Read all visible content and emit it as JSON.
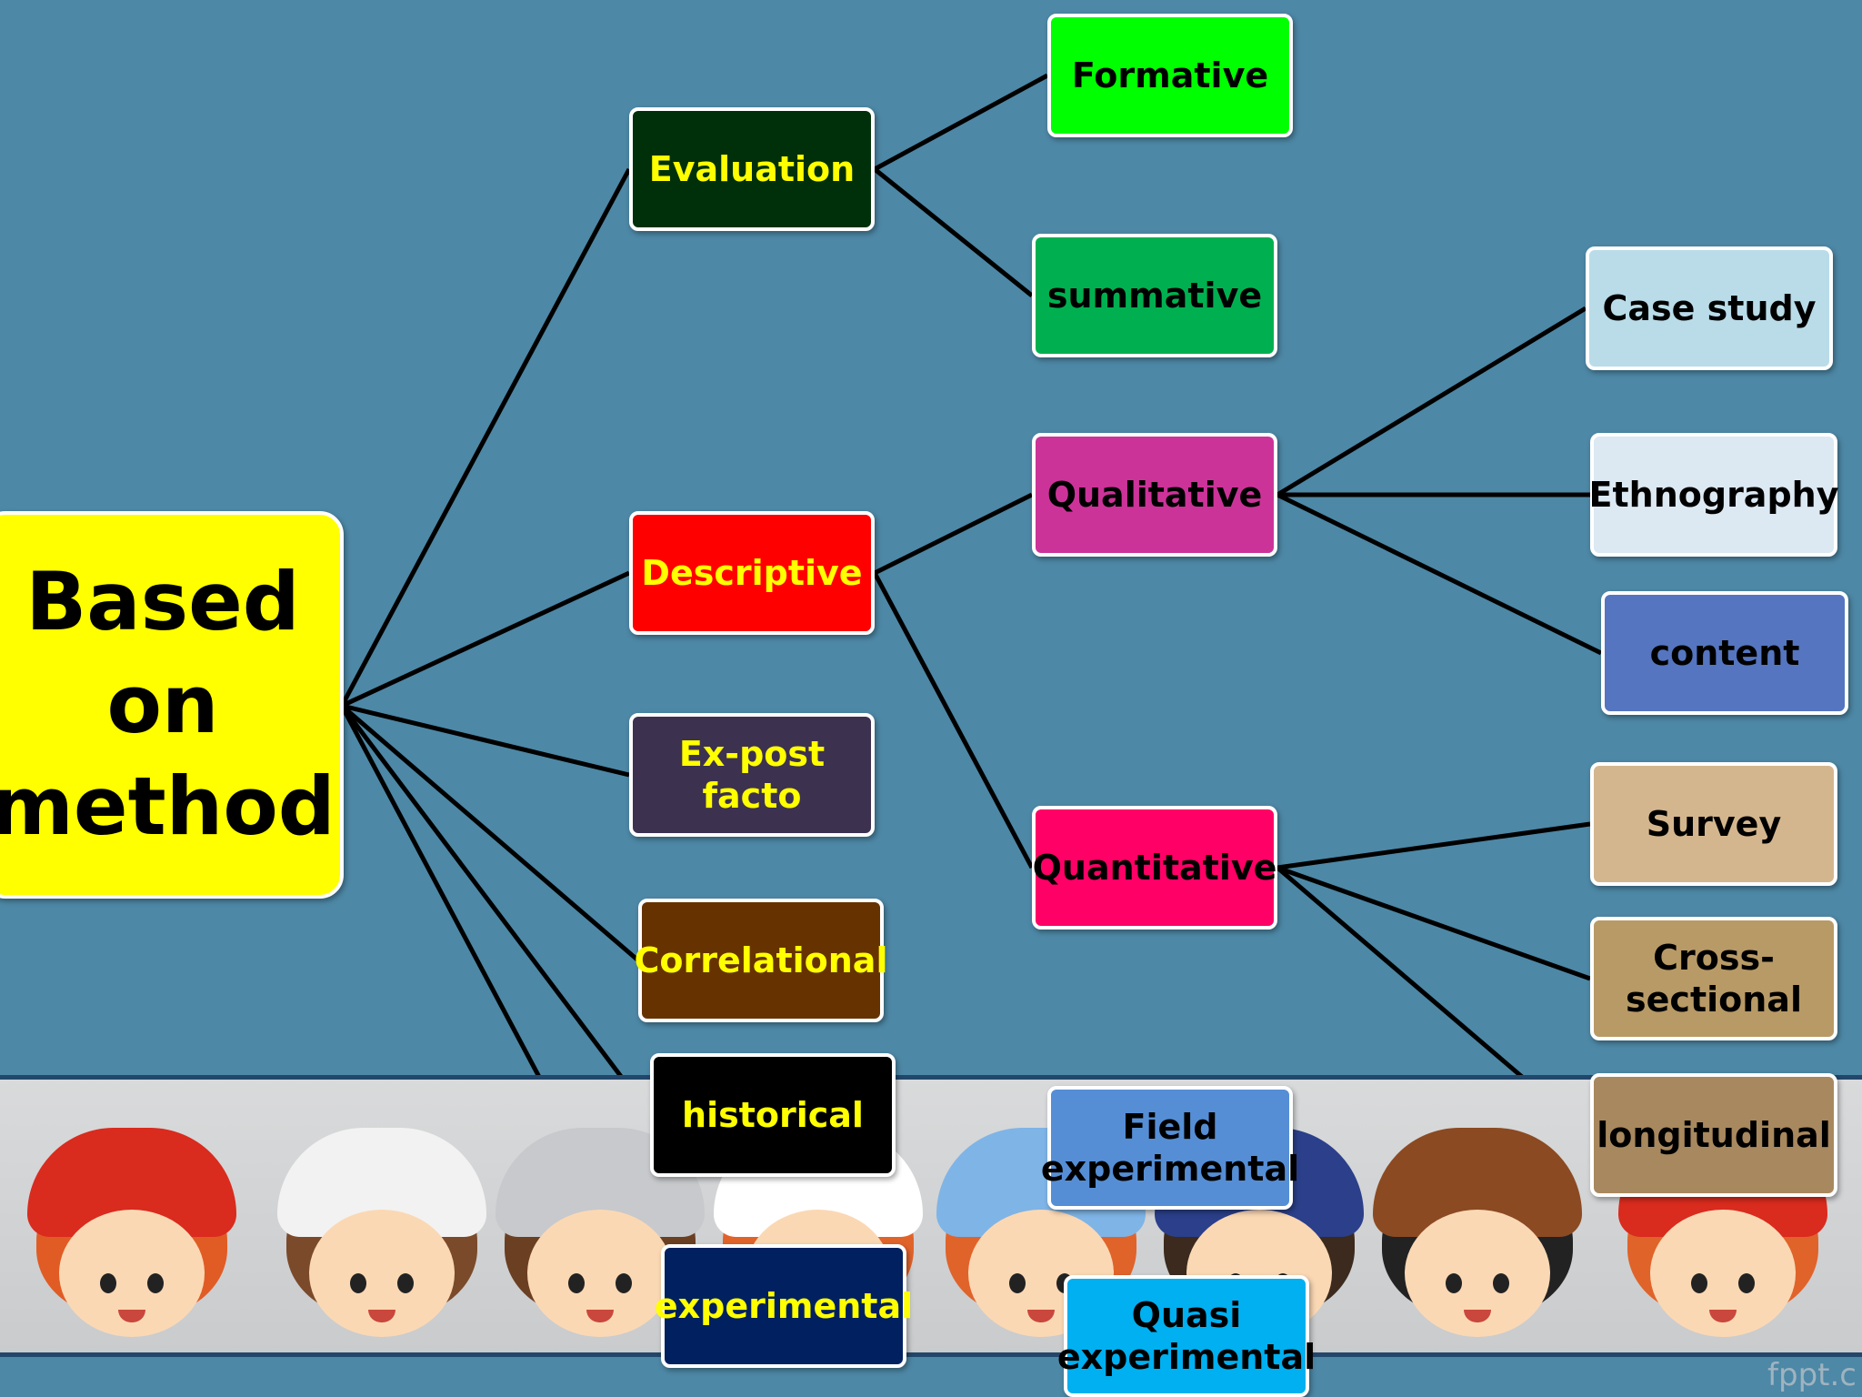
{
  "root": {
    "label": "Based\non\nmethod"
  },
  "level1": {
    "evaluation": "Evaluation",
    "descriptive": "Descriptive",
    "ex_post_facto": "Ex-post facto",
    "correlational": "Correlational",
    "historical": "historical",
    "experimental": "experimental"
  },
  "level2": {
    "formative": "Formative",
    "summative": "summative",
    "qualitative": "Qualitative",
    "quantitative": "Quantitative",
    "field_experimental": "Field\nexperimental",
    "quasi_experimental": "Quasi\nexperimental"
  },
  "level3": {
    "case_study": "Case study",
    "ethnography": "Ethnography",
    "content": "content",
    "survey": "Survey",
    "cross_sectional": "Cross-\nsectional",
    "longitudinal": "longitudinal"
  },
  "watermark": "fppt.c",
  "colors": {
    "background": "#4d88a6",
    "root": "#ffff00",
    "evaluation": "#00300a",
    "formative": "#00ff00",
    "summative": "#00b050",
    "descriptive": "#ff0000",
    "qualitative": "#cc3399",
    "quantitative": "#ff0066",
    "ex_post_facto": "#3d3150",
    "correlational": "#663300",
    "historical": "#000000",
    "experimental": "#002060",
    "field_experimental": "#558ed5",
    "quasi_experimental": "#00b0f0"
  }
}
